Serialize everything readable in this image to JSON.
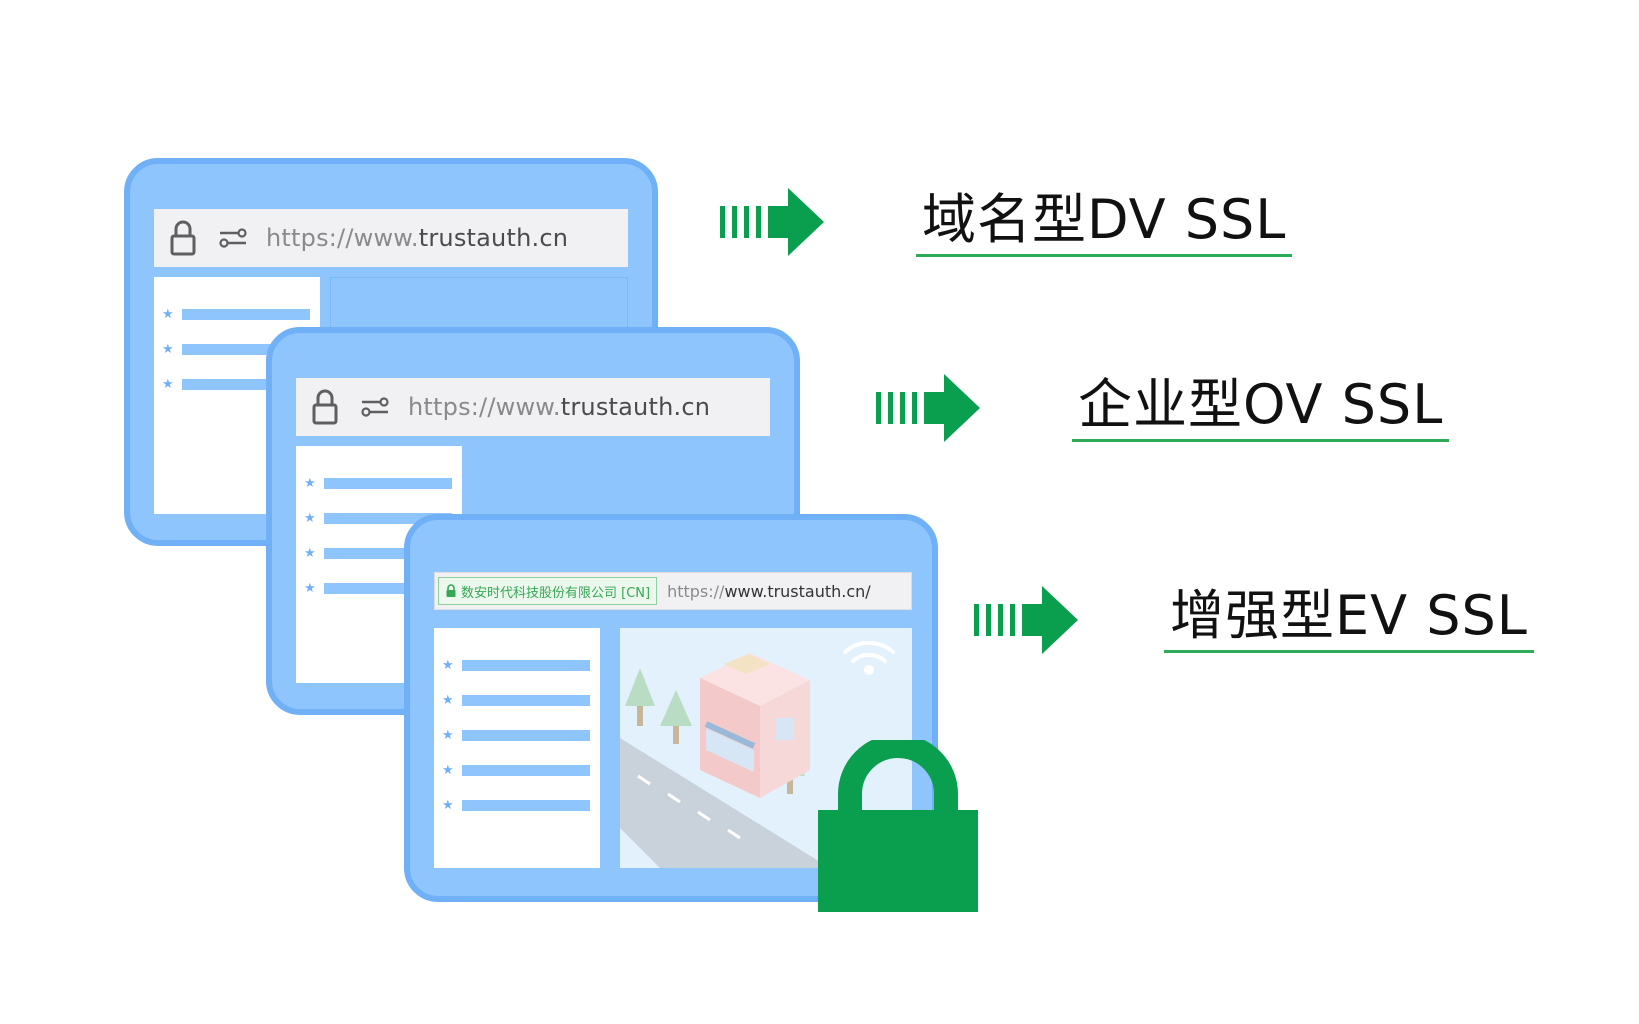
{
  "windows": [
    {
      "url_prefix": "https://www.",
      "url_host": "trustauth.cn"
    },
    {
      "url_prefix": "https://www.",
      "url_host": "trustauth.cn"
    },
    {
      "ev_org": "数安时代科技股份有限公司 [CN]",
      "url_prefix": "https://",
      "url_host": "www.trustauth.cn/"
    }
  ],
  "labels": [
    "域名型DV  SSL",
    "企业型OV  SSL",
    "增强型EV  SSL"
  ],
  "colors": {
    "window_fill": "#8ec5fc",
    "window_border": "#6fb0f6",
    "accent_green": "#0a9e4f",
    "underline_green": "#2eab57"
  },
  "icons": [
    "padlock-icon",
    "tune-icon",
    "star-icon",
    "arrow-icon",
    "wifi-icon"
  ]
}
